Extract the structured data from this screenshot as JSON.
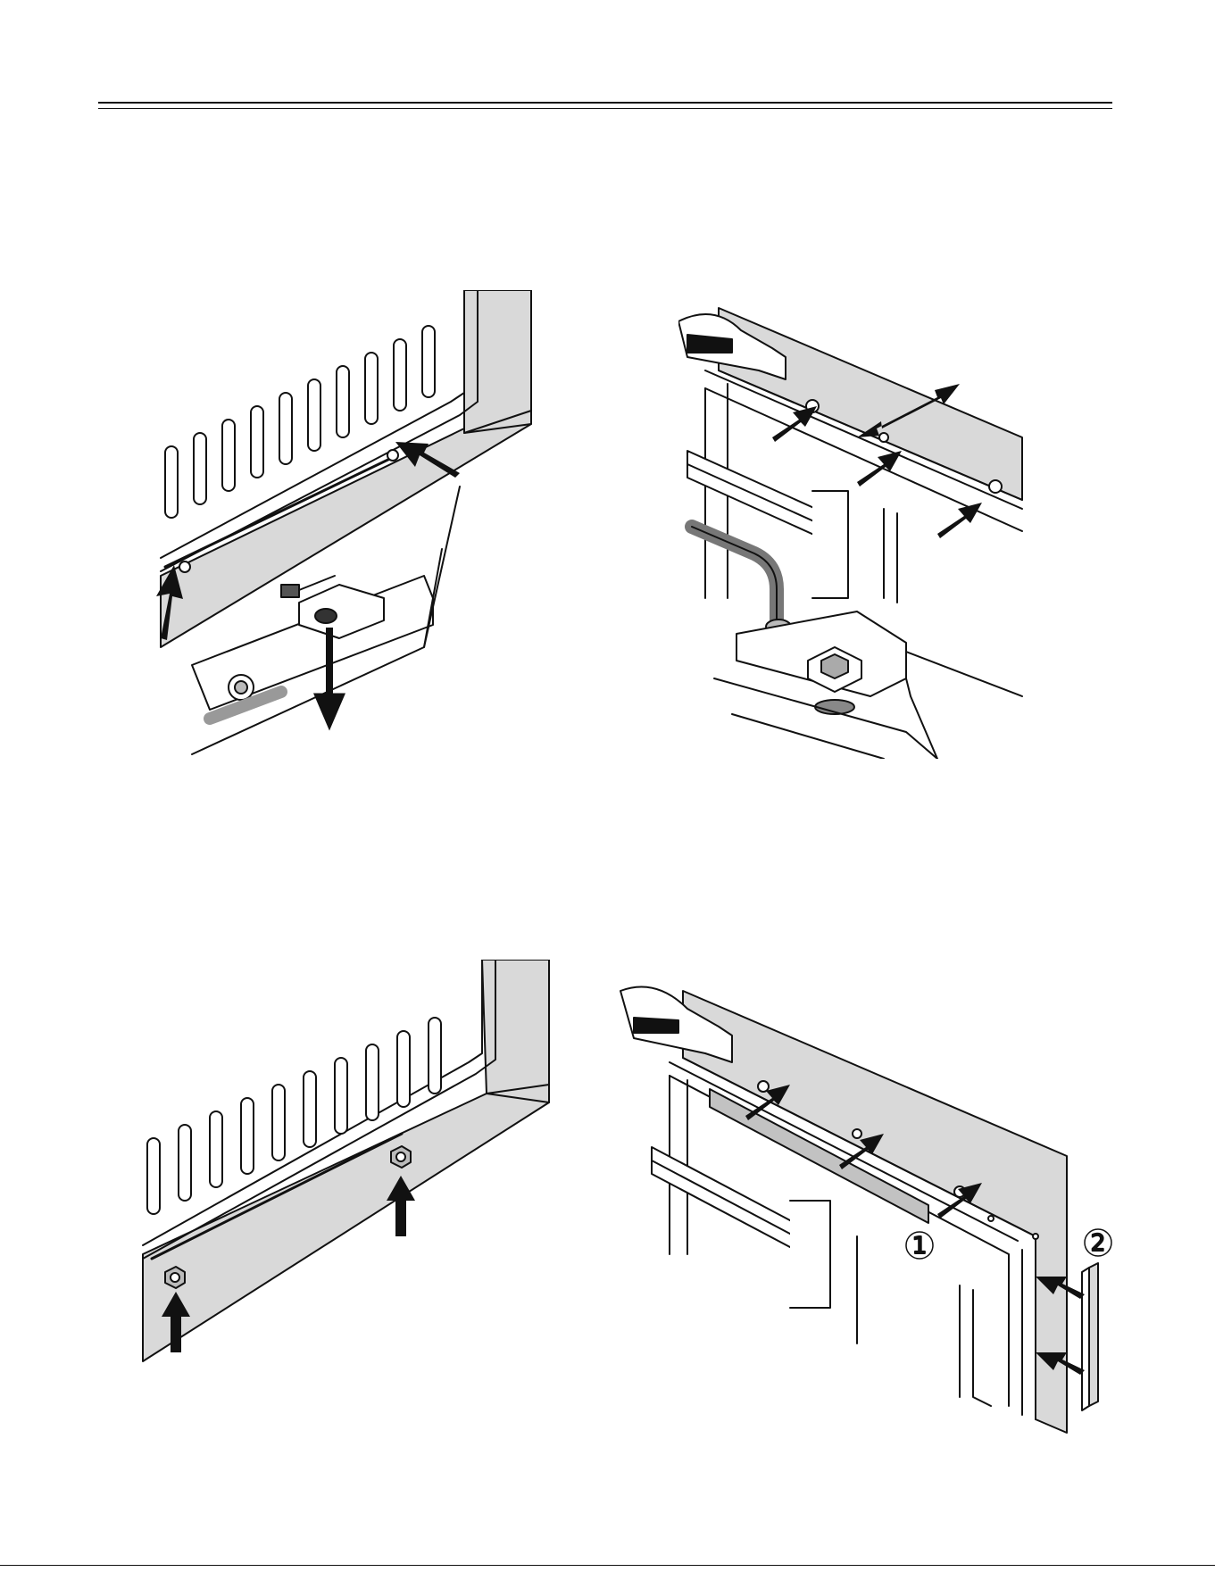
{
  "figures": [
    {
      "id": "fig-1"
    },
    {
      "id": "fig-2"
    },
    {
      "id": "fig-3"
    },
    {
      "id": "fig-4",
      "callouts": [
        "1",
        "2"
      ]
    }
  ]
}
